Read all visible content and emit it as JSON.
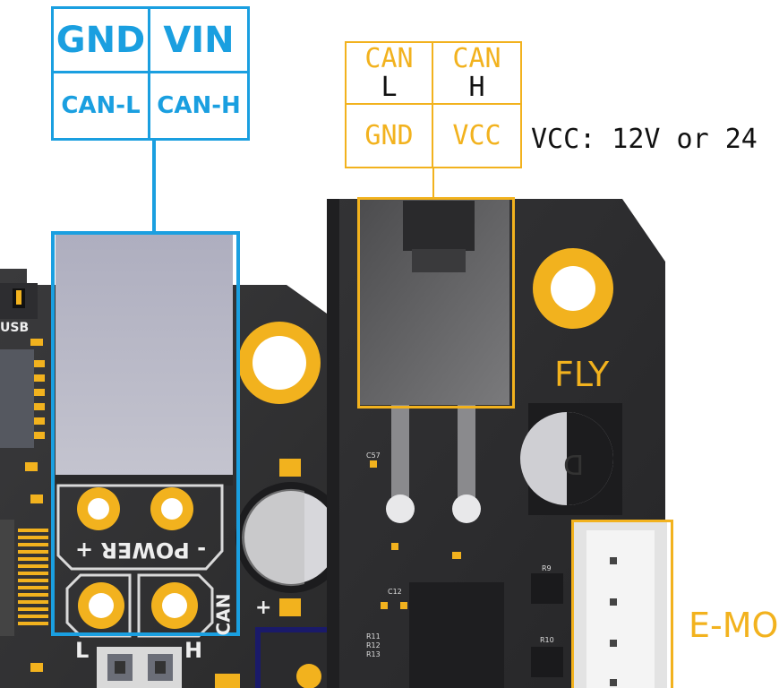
{
  "left": {
    "pin_labels": {
      "gnd": "GND",
      "vin": "VIN",
      "can_l": "CAN-L",
      "can_h": "CAN-H"
    },
    "silk_power": "- POWER +",
    "silk_usb": "USB",
    "silk_can": "CAN",
    "silk_l": "L",
    "silk_h": "H",
    "silk_plus": "+",
    "accent": "#1a9fe0"
  },
  "right": {
    "pin_labels": {
      "can_l_top": "CAN",
      "can_l_bot": "L",
      "can_h_top": "CAN",
      "can_h_bot": "H",
      "gnd": "GND",
      "vcc": "VCC"
    },
    "vcc_note": "VCC: 12V or 24",
    "silk_fly": "FLY",
    "silk_emo": "E-MO",
    "silk_d": "D",
    "silk_c57": "C57",
    "silk_c12": "C12",
    "silk_r9": "R9",
    "silk_r10": "R10",
    "silk_r11": "R11",
    "silk_r12": "R12",
    "silk_r13": "R13",
    "accent": "#f2b21e"
  }
}
